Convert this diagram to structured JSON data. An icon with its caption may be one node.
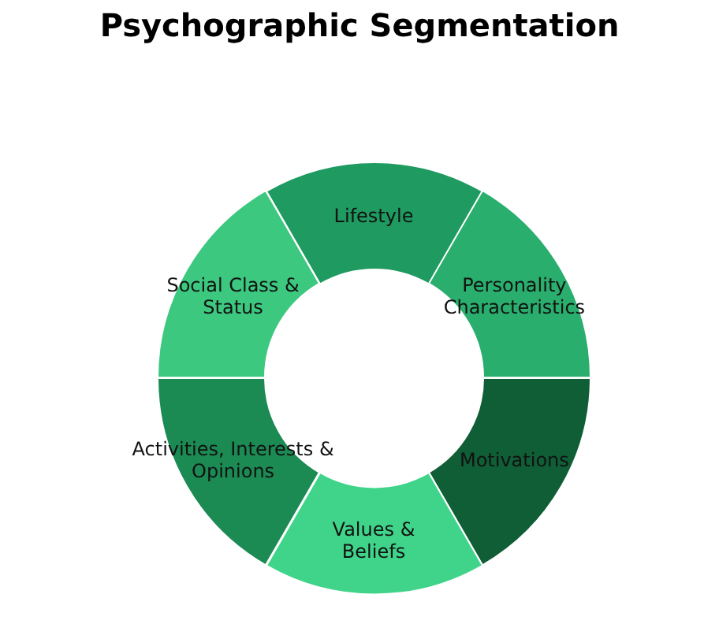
{
  "diagram": {
    "title": "Psychographic Segmentation",
    "nodes": [
      {
        "text": [
          "Lifestyle"
        ]
      },
      {
        "text": [
          "Personality Characteristics"
        ]
      },
      {
        "text": [
          "Motivations"
        ]
      },
      {
        "text": [
          "Values & Beliefs"
        ]
      },
      {
        "text": [
          "Activities, Interests & Opinions"
        ]
      },
      {
        "text": [
          "Social Class & Status"
        ]
      }
    ],
    "edges": []
  }
}
